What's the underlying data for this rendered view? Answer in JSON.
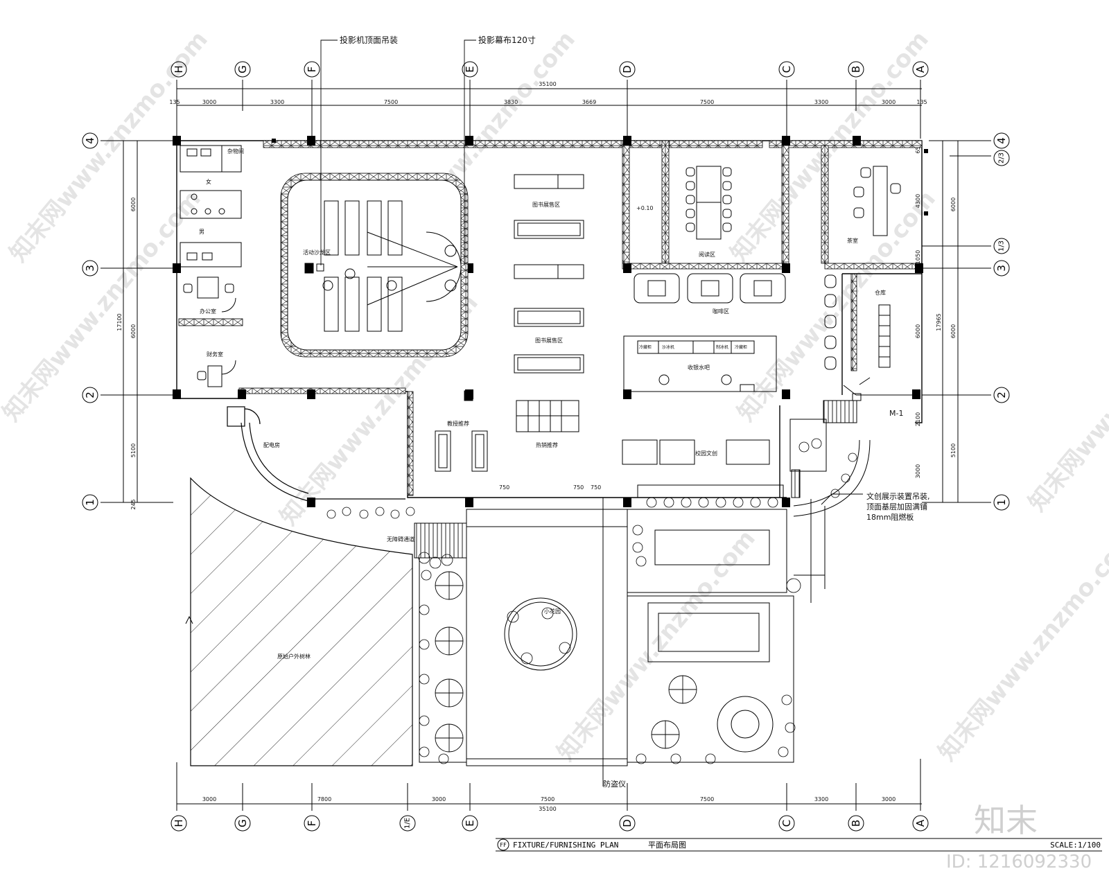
{
  "axes": {
    "columns": [
      "H",
      "G",
      "F",
      "E",
      "D",
      "C",
      "B",
      "A"
    ],
    "bottom_columns": [
      "H",
      "G",
      "F",
      "1/E",
      "E",
      "D",
      "C",
      "B",
      "A"
    ],
    "rows": [
      "4",
      "3",
      "2",
      "1"
    ],
    "right_rows": [
      "4",
      "2/3",
      "1/3",
      "3",
      "2",
      "1"
    ]
  },
  "dimensions": {
    "top_total": "35100",
    "top_segments": [
      "135",
      "3000",
      "3300",
      "7500",
      "3830",
      "3669",
      "7500",
      "3300",
      "3000",
      "135"
    ],
    "bottom_total": "35100",
    "bottom_segments": [
      "3000",
      "7800",
      "3000",
      "7500",
      "7500",
      "3300",
      "3000"
    ],
    "left_total": "17100",
    "left_segments": [
      "6000",
      "6000",
      "5100",
      "245"
    ],
    "right_total": "17965",
    "right_segments": [
      "650",
      "4300",
      "1050",
      "6000",
      "2100",
      "3000"
    ],
    "right_outer": [
      "6000",
      "6000",
      "5100"
    ],
    "door_widths": [
      "750",
      "750",
      "750"
    ]
  },
  "callouts": {
    "projector": "投影机顶面吊装",
    "screen": "投影幕布120寸",
    "display": "文创展示装置吊装,",
    "display_2": "顶面基层加固满铺",
    "display_3": "18mm阻燃板",
    "anti_theft": "防盗仪",
    "door_m1": "M-1"
  },
  "rooms": {
    "storage": "杂物间",
    "female": "女",
    "male": "男",
    "office": "办公室",
    "finance": "财务室",
    "salon": "活动沙龙区",
    "book_display_1": "图书展售区",
    "book_display_2": "图书展售区",
    "level": "+0.10",
    "reading": "阅读区",
    "tea": "茶室",
    "warehouse": "仓库",
    "coffee": "咖啡区",
    "cashier": "收银水吧",
    "sand_ice": "沙冰机",
    "ice_maker": "制冰机",
    "fridge": "冷藏柜",
    "fridge_2": "冷藏柜",
    "power": "配电房",
    "professor": "教授推荐",
    "bestseller": "热销推荐",
    "campus": "校园文创",
    "accessible": "无障碍通道",
    "garden": "小花园",
    "forest": "原始户外树林"
  },
  "title_block": {
    "code": "FF",
    "name_en": "FIXTURE/FURNISHING PLAN",
    "name_cn": "平面布局图",
    "scale": "SCALE:1/100"
  },
  "watermarks": {
    "site": "知末网www.znzmo.com",
    "brand": "知末",
    "id": "ID: 1216092330"
  }
}
